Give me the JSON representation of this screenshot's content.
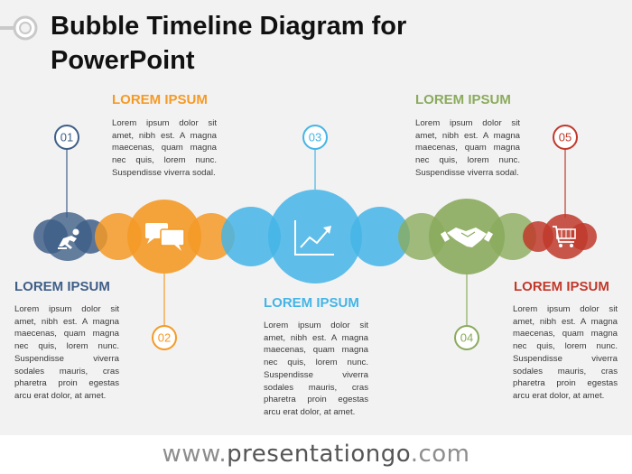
{
  "title": {
    "line1": "Bubble Timeline Diagram for",
    "line2": "PowerPoint"
  },
  "footer": {
    "prefix": "www.",
    "brand": "presentationgo",
    "suffix": ".com"
  },
  "colors": {
    "step1": "#3f5f87",
    "step2": "#f49a26",
    "step3": "#44b5e6",
    "step4": "#8aab5c",
    "step5": "#c0392b"
  },
  "steps": [
    {
      "number": "01",
      "heading": "LOREM IPSUM",
      "text": "Lorem ipsum dolor sit amet, nibh est. A magna maecenas, quam magna nec quis, lorem nunc. Suspendisse viverra sodales mauris, cras pharetra proin egestas arcu erat dolor, at amet.",
      "icon": "runner-start-icon"
    },
    {
      "number": "02",
      "heading": "LOREM IPSUM",
      "text": "Lorem ipsum dolor sit amet, nibh est. A magna maecenas, quam magna nec quis, lorem nunc. Suspendisse viverra sodal.",
      "icon": "chat-bubbles-icon"
    },
    {
      "number": "03",
      "heading": "LOREM IPSUM",
      "text": "Lorem ipsum dolor sit amet, nibh est. A magna maecenas, quam magna nec quis, lorem nunc. Suspendisse viverra sodales mauris, cras pharetra proin egestas arcu erat dolor, at amet.",
      "icon": "growth-chart-icon"
    },
    {
      "number": "04",
      "heading": "LOREM IPSUM",
      "text": "Lorem ipsum dolor sit amet, nibh est. A magna maecenas, quam magna nec quis, lorem nunc. Suspendisse viverra sodal.",
      "icon": "handshake-icon"
    },
    {
      "number": "05",
      "heading": "LOREM IPSUM",
      "text": "Lorem ipsum dolor sit amet, nibh est. A magna maecenas, quam magna nec quis, lorem nunc. Suspendisse viverra sodales mauris, cras pharetra proin egestas arcu erat dolor, at amet.",
      "icon": "shopping-cart-icon"
    }
  ]
}
